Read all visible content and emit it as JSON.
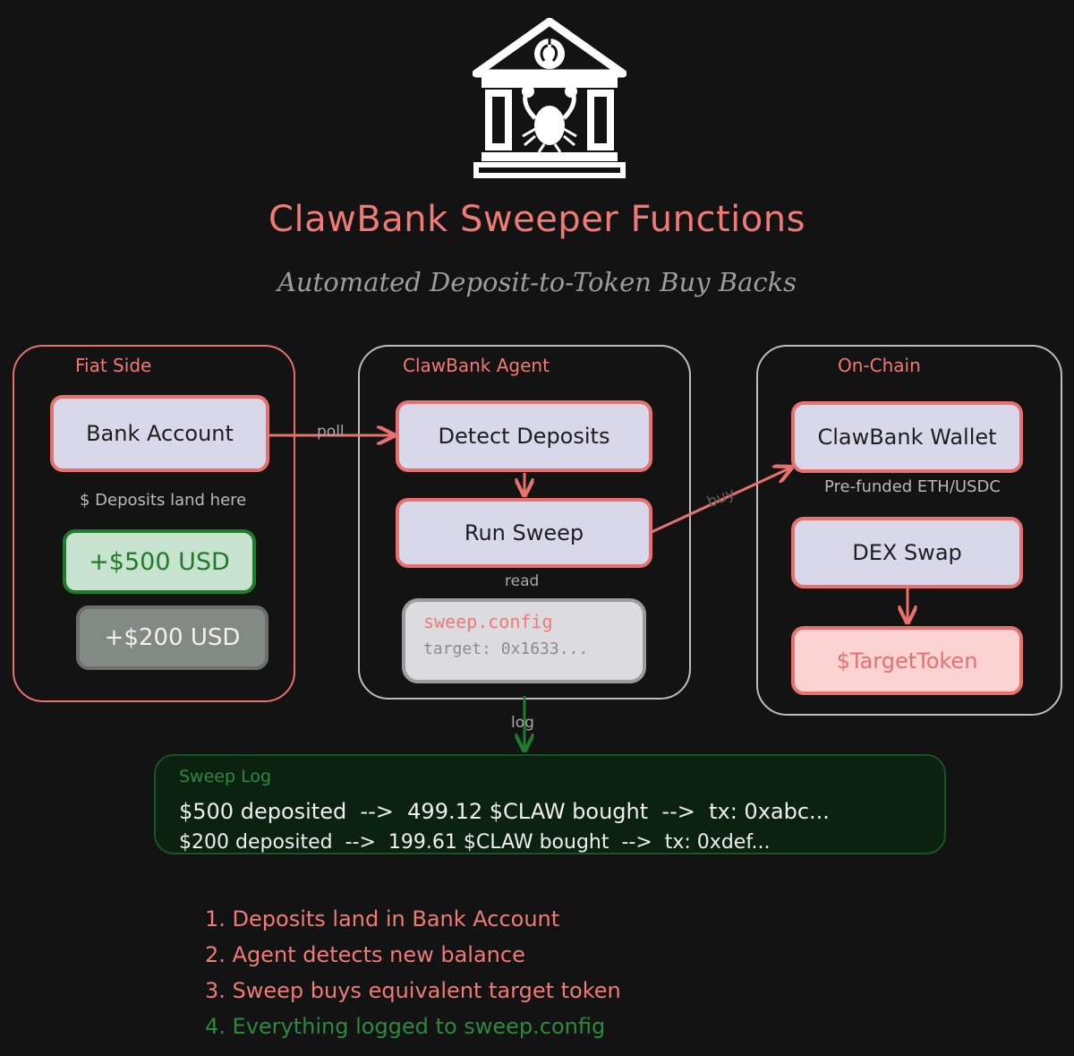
{
  "header": {
    "title": "ClawBank Sweeper Functions",
    "subtitle": "Automated Deposit-to-Token Buy Backs"
  },
  "groups": {
    "fiat": {
      "label": "Fiat Side"
    },
    "agent": {
      "label": "ClawBank Agent"
    },
    "onchain": {
      "label": "On-Chain"
    }
  },
  "nodes": {
    "bank_account": "Bank Account",
    "deposits_note": "$ Deposits land here",
    "deposit_500": "+$500 USD",
    "deposit_200": "+$200 USD",
    "detect_deposits": "Detect Deposits",
    "run_sweep": "Run Sweep",
    "sweep_config": {
      "name": "sweep.config",
      "target": "target: 0x1633..."
    },
    "wallet": "ClawBank Wallet",
    "wallet_note": "Pre-funded ETH/USDC",
    "dex_swap": "DEX Swap",
    "target_token": "$TargetToken"
  },
  "edges": {
    "poll": "poll",
    "buy": "buy",
    "read": "read",
    "log": "log"
  },
  "sweep_log": {
    "title": "Sweep Log",
    "lines": [
      "$500 deposited  -->  499.12 $CLAW bought  -->  tx: 0xabc...",
      "$200 deposited  -->  199.61 $CLAW bought  -->  tx: 0xdef..."
    ]
  },
  "steps": [
    "1. Deposits land in Bank Account",
    "2. Agent detects new balance",
    "3. Sweep buys equivalent target token",
    "4. Everything logged to sweep.config"
  ],
  "colors": {
    "background": "#131313",
    "accent": "#e8716d",
    "node_fill": "#d8d8ea",
    "log_green": "#2b8a3e",
    "deposit_green": "#1d7d2c"
  },
  "icons": {
    "logo": "bank-building-crab-icon"
  }
}
